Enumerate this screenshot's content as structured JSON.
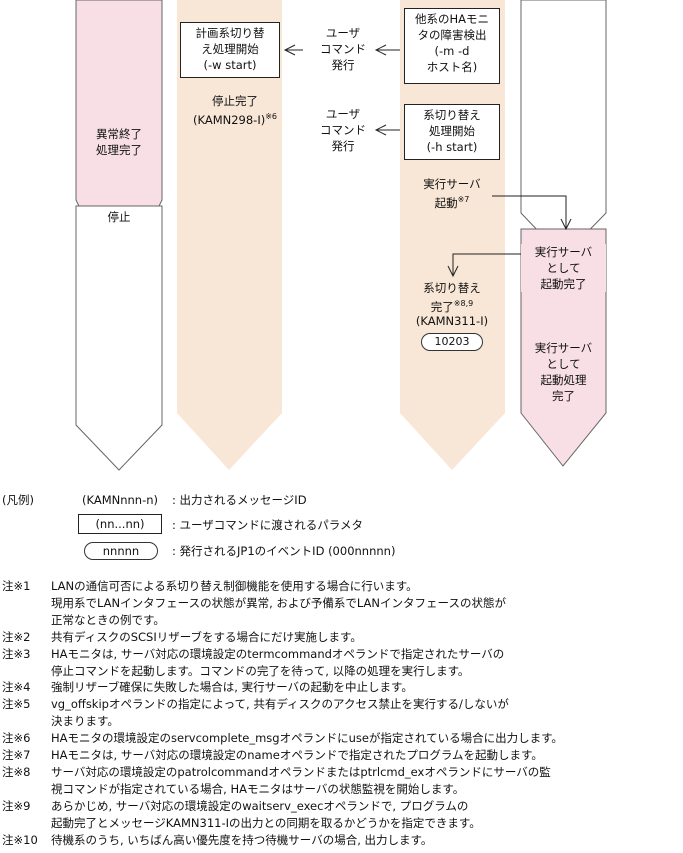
{
  "col1": {
    "end_label": "異常終了\n処理完了",
    "stop_label": "停止"
  },
  "col2": {
    "box_label": "計画系切り替\nえ処理開始\n(-w start)",
    "stop_text": "停止完了\n(KAMN298-I)",
    "stop_sup": "※6"
  },
  "mid1": {
    "label": "ユーザ\nコマンド\n発行"
  },
  "mid2": {
    "label": "ユーザ\nコマンド\n発行"
  },
  "col3": {
    "box1_label": "他系のHAモニ\nタの障害検出\n(-m -d\nホスト名)",
    "box2_label": "系切り替え\n処理開始\n(-h start)",
    "server_start": "実行サーバ\n起動",
    "server_start_sup": "※7",
    "switch_done": "系切り替え\n完了",
    "switch_done_sup": "※8,9",
    "switch_msg": "(KAMN311-I)",
    "event_id": "10203"
  },
  "col4": {
    "started_label": "実行サーバ\nとして\n起動完了",
    "starting_label": "実行サーバ\nとして\n起動処理\n完了"
  },
  "legend": {
    "title": "(凡例)",
    "rows": [
      {
        "sample": "(KAMNnnn-n)",
        "desc": ": 出力されるメッセージID"
      },
      {
        "sample": "(nn...nn)",
        "desc": ": ユーザコマンドに渡されるパラメタ"
      },
      {
        "sample": "nnnnn",
        "desc": ": 発行されるJP1のイベントID (000nnnnn)"
      }
    ]
  },
  "notes": [
    {
      "id": "注※1",
      "text": "LANの通信可否による系切り替え制御機能を使用する場合に行います。"
    },
    {
      "id": "",
      "text": "現用系でLANインタフェースの状態が異常, および予備系でLANインタフェースの状態が"
    },
    {
      "id": "",
      "text": "正常なときの例です。"
    },
    {
      "id": "注※2",
      "text": "共有ディスクのSCSIリザーブをする場合にだけ実施します。"
    },
    {
      "id": "注※3",
      "text": "HAモニタは, サーバ対応の環境設定のtermcommandオペランドで指定されたサーバの"
    },
    {
      "id": "",
      "text": "停止コマンドを起動します。コマンドの完了を待って, 以降の処理を実行します。"
    },
    {
      "id": "注※4",
      "text": "強制リザーブ確保に失敗した場合は, 実行サーバの起動を中止します。"
    },
    {
      "id": "注※5",
      "text": "vg_offskipオペランドの指定によって, 共有ディスクのアクセス禁止を実行する/しないが"
    },
    {
      "id": "",
      "text": "決まります。"
    },
    {
      "id": "注※6",
      "text": "HAモニタの環境設定のservcomplete_msgオペランドにuseが指定されている場合に出力します。"
    },
    {
      "id": "注※7",
      "text": "HAモニタは, サーバ対応の環境設定のnameオペランドで指定されたプログラムを起動します。"
    },
    {
      "id": "注※8",
      "text": "サーバ対応の環境設定のpatrolcommandオペランドまたはptrlcmd_exオペランドにサーバの監"
    },
    {
      "id": "",
      "text": "視コマンドが指定されている場合, HAモニタはサーバの状態監視を開始します。"
    },
    {
      "id": "注※9",
      "text": "あらかじめ, サーバ対応の環境設定のwaitserv_execオペランドで, プログラムの"
    },
    {
      "id": "",
      "text": "起動完了とメッセージKAMN311-Iの出力との同期を取るかどうかを指定できます。"
    },
    {
      "id": "注※10",
      "text": "待機系のうち, いちばん高い優先度を持つ待機サーバの場合, 出力します。"
    }
  ]
}
